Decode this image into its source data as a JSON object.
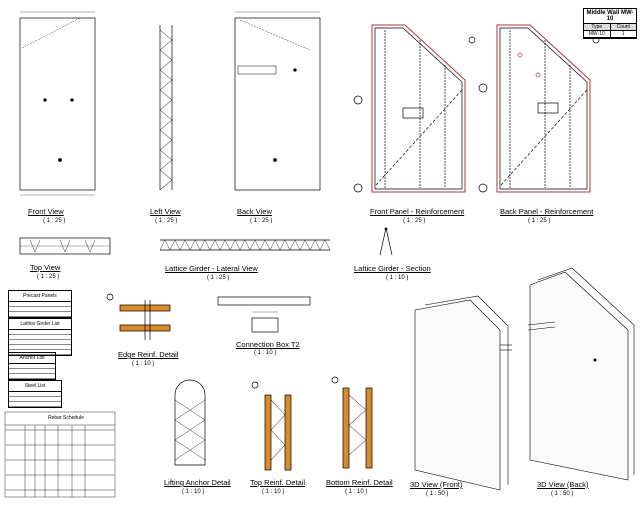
{
  "title_block": {
    "title": "Middle Wall MW-10",
    "col_type": "Type",
    "col_count": "Count",
    "type": "MW-10",
    "count": "1"
  },
  "views": [
    {
      "label": "Front View",
      "scale": "( 1 : 25 )"
    },
    {
      "label": "Left View",
      "scale": "( 1 : 25 )"
    },
    {
      "label": "Back View",
      "scale": "( 1 : 25 )"
    },
    {
      "label": "Front Panel - Reinforcement",
      "scale": "( 1 : 25 )"
    },
    {
      "label": "Back Panel - Reinforcement",
      "scale": "( 1 : 25 )"
    },
    {
      "label": "Top View",
      "scale": "( 1 : 25 )"
    },
    {
      "label": "Lattice Girder - Lateral View",
      "scale": "( 1 : 25 )"
    },
    {
      "label": "Lattice Girder - Section",
      "scale": "( 1 : 10 )"
    },
    {
      "label": "Edge Reinf. Detail",
      "scale": "( 1 : 10 )"
    },
    {
      "label": "Connection Box T2",
      "scale": "( 1 : 10 )"
    },
    {
      "label": "Lifting Anchor Detail",
      "scale": "( 1 : 10 )"
    },
    {
      "label": "Top Reinf. Detail",
      "scale": "( 1 : 10 )"
    },
    {
      "label": "Bottom Reinf. Detail",
      "scale": "( 1 : 10 )"
    },
    {
      "label": "3D View (Front)",
      "scale": "( 1 : 50 )"
    },
    {
      "label": "3D View (Back)",
      "scale": "( 1 : 50 )"
    }
  ],
  "tables": {
    "precast": "Precast Panels",
    "lattice": "Lattice Girder List",
    "anchor": "Anchor List",
    "steel": "Steel List",
    "rebar": "Rebar Schedule"
  },
  "colors": {
    "reinf": "#b33",
    "rebar": "#d98a2a",
    "line": "#000"
  }
}
